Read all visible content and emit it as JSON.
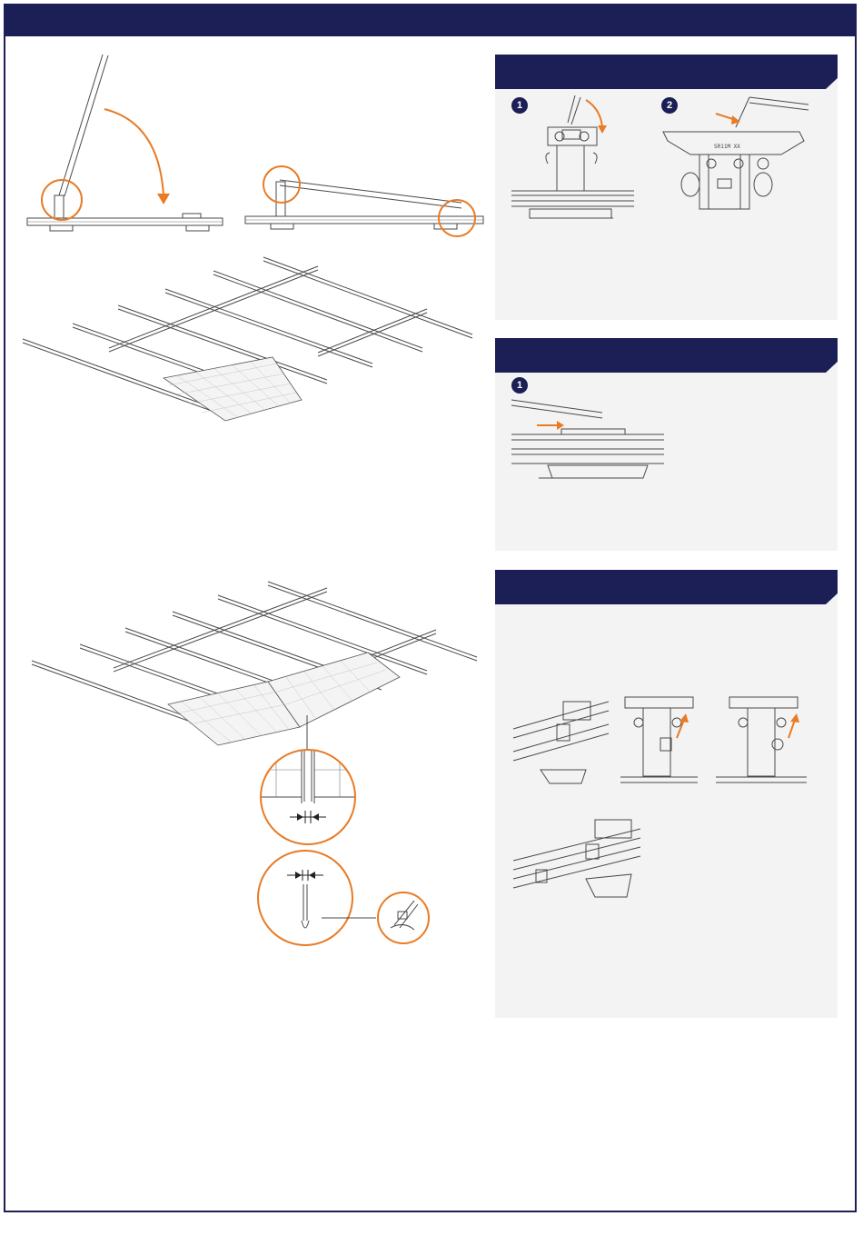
{
  "theme": {
    "primary": "#1c1f55",
    "accent": "#e97b25",
    "panel_bg": "#f3f3f3",
    "line": "#4a4a4a"
  },
  "panels": {
    "panel1": {
      "steps": [
        "1",
        "2"
      ],
      "label_text": "SR11M XX"
    },
    "panel2": {
      "steps": [
        "1"
      ]
    },
    "panel3": {
      "steps": []
    }
  },
  "icons": [
    "curved-arrow-icon",
    "straight-arrow-icon",
    "orange-highlight-circle-icon",
    "gap-arrows-icon",
    "crimp-tool-icon"
  ]
}
